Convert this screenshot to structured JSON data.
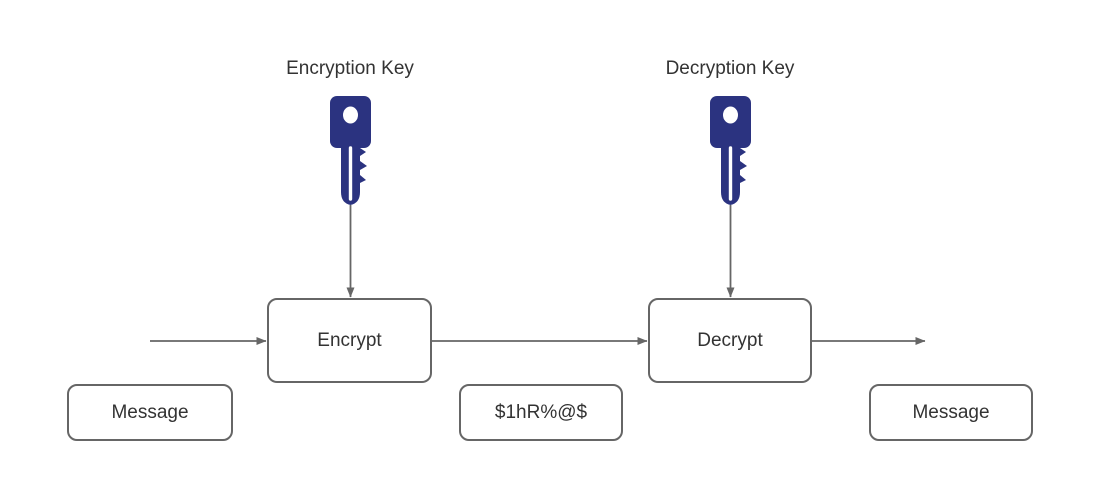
{
  "diagram": {
    "type": "encryption-decryption-flow",
    "background_color": "#ffffff",
    "stroke_color": "#666666",
    "text_color": "#333333",
    "key_color": "#2b3380",
    "titles": {
      "encryption_key": "Encryption Key",
      "decryption_key": "Decryption Key"
    },
    "icons": {
      "encryption_key_icon": "key-icon",
      "decryption_key_icon": "key-icon"
    },
    "process_boxes": [
      {
        "id": "encrypt",
        "label": "Encrypt"
      },
      {
        "id": "decrypt",
        "label": "Decrypt"
      }
    ],
    "data_boxes": [
      {
        "id": "plaintext-input",
        "label": "Message"
      },
      {
        "id": "ciphertext",
        "label": "$1hR%@$"
      },
      {
        "id": "plaintext-output",
        "label": "Message"
      }
    ],
    "arrows": [
      {
        "id": "input-arrow",
        "from": "plaintext-input",
        "to": "encrypt",
        "direction": "right"
      },
      {
        "id": "encryption-key-arrow",
        "from": "encryption-key",
        "to": "encrypt",
        "direction": "down"
      },
      {
        "id": "ciphertext-arrow",
        "from": "encrypt",
        "to": "decrypt",
        "direction": "right"
      },
      {
        "id": "decryption-key-arrow",
        "from": "decryption-key",
        "to": "decrypt",
        "direction": "down"
      },
      {
        "id": "output-arrow",
        "from": "decrypt",
        "to": "plaintext-output",
        "direction": "right"
      }
    ]
  }
}
